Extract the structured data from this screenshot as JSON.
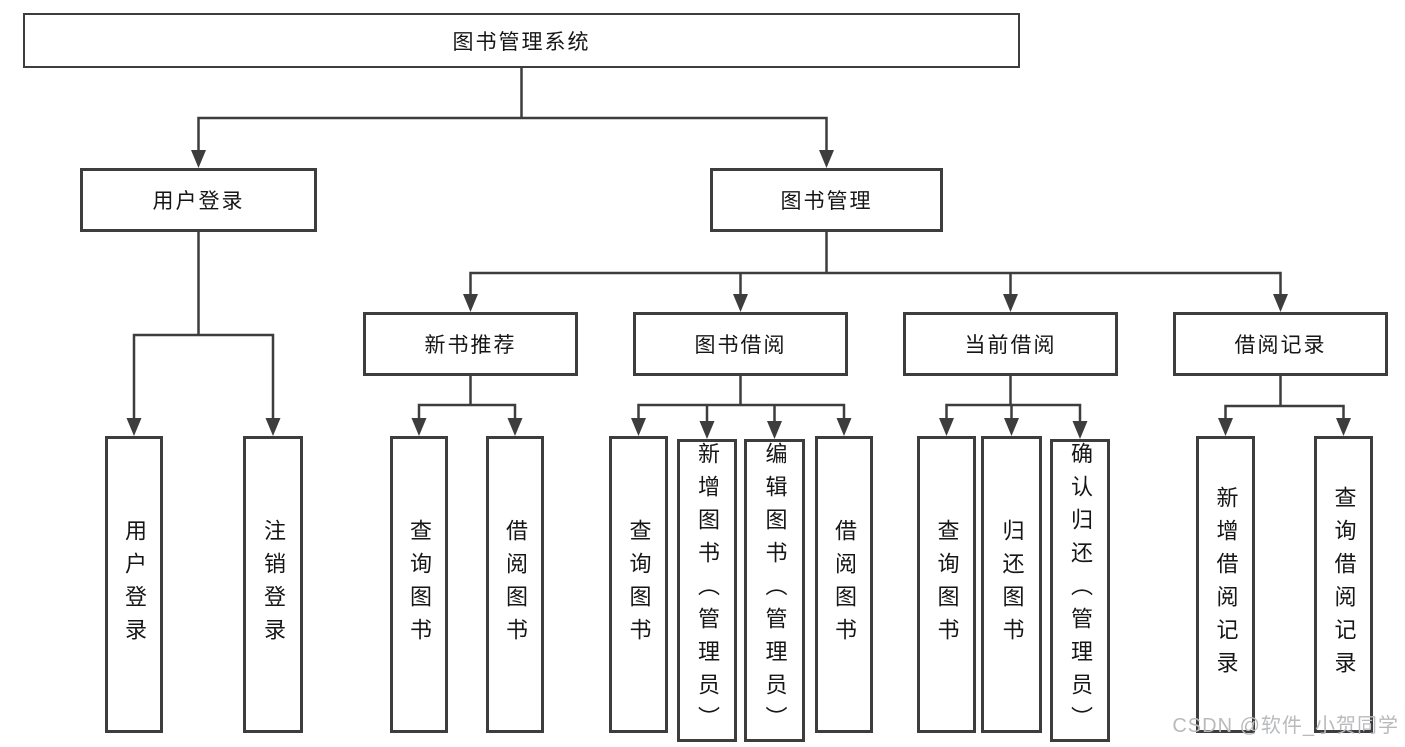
{
  "diagram": {
    "title": "图书管理系统",
    "branches": {
      "user_login": "用户登录",
      "book_management": "图书管理"
    },
    "modules": {
      "new_book": "新书推荐",
      "book_borrow": "图书借阅",
      "current_borrow": "当前借阅",
      "borrow_record": "借阅记录"
    },
    "leaves": [
      "用户登录",
      "注销登录",
      "查询图书",
      "借阅图书",
      "查询图书",
      "新增图书（管理员）",
      "编辑图书（管理员）",
      "借阅图书",
      "查询图书",
      "归还图书",
      "确认归还（管理员）",
      "新增借阅记录",
      "查询借阅记录"
    ]
  },
  "watermark": "CSDN @软件_小贺同学",
  "colors": {
    "line": "#3d3d3d",
    "text": "#161616",
    "background": "#ffffff",
    "watermark": "#b9babc"
  }
}
